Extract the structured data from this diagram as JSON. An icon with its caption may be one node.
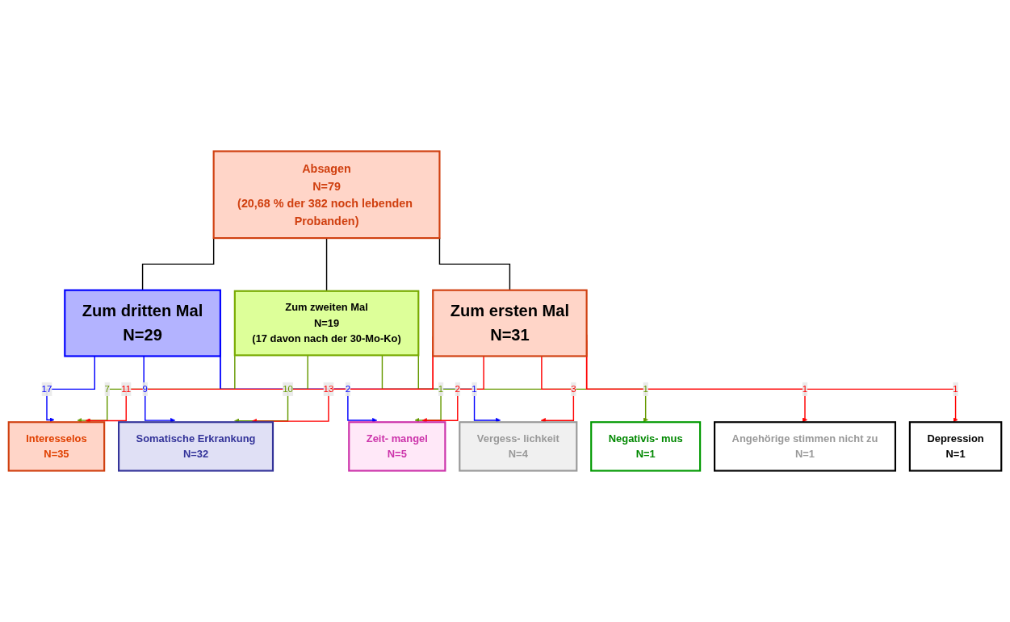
{
  "diagram": {
    "nodes": [
      {
        "text": [
          "Absagen",
          "N=79",
          "(20,68 % der 382 noch lebenden Probanden)"
        ]
      },
      {
        "text": [
          "Zum dritten Mal",
          "N=29"
        ]
      },
      {
        "text": [
          "Zum zweiten Mal",
          "N=19",
          "(17 davon nach der 30-Mo-Ko)"
        ]
      },
      {
        "text": [
          "Zum ersten Mal",
          "N=31"
        ]
      },
      {
        "text": [
          "Interesselos",
          "N=35"
        ]
      },
      {
        "text": [
          "Somatische Erkrankung",
          "N=32"
        ]
      },
      {
        "text": [
          "Zeit- mangel",
          "N=5"
        ]
      },
      {
        "text": [
          "Vergess- lichkeit",
          "N=4"
        ]
      },
      {
        "text": [
          "Negativis- mus",
          "N=1"
        ]
      },
      {
        "text": [
          "Angehörige stimmen nicht zu",
          "N=1"
        ]
      },
      {
        "text": [
          "Depression",
          "N=1"
        ]
      }
    ],
    "edges": [
      {
        "from": 0,
        "to": 1,
        "arrow": "none",
        "color": "#000000"
      },
      {
        "from": 0,
        "to": 2,
        "arrow": "none",
        "color": "#000000"
      },
      {
        "from": 0,
        "to": 3,
        "arrow": "none",
        "color": "#000000"
      },
      {
        "from": 1,
        "to": 4,
        "arrow": "to",
        "label": "17",
        "color": "#0000ff"
      },
      {
        "from": 1,
        "to": 5,
        "arrow": "to",
        "label": "9",
        "color": "#0000ff"
      },
      {
        "from": 1,
        "to": 6,
        "arrow": "to",
        "label": "2",
        "color": "#0000ff"
      },
      {
        "from": 1,
        "to": 7,
        "arrow": "to",
        "label": "1",
        "color": "#0000ff"
      },
      {
        "from": 2,
        "to": 4,
        "arrow": "to",
        "label": "7",
        "color": "#669900"
      },
      {
        "from": 2,
        "to": 5,
        "arrow": "to",
        "label": "10",
        "color": "#669900"
      },
      {
        "from": 2,
        "to": 6,
        "arrow": "to",
        "label": "1",
        "color": "#669900"
      },
      {
        "from": 2,
        "to": 8,
        "arrow": "to",
        "label": "1",
        "color": "#669900"
      },
      {
        "from": 3,
        "to": 4,
        "arrow": "to",
        "label": "11",
        "color": "#ff0000"
      },
      {
        "from": 3,
        "to": 5,
        "arrow": "to",
        "label": "13",
        "color": "#ff0000"
      },
      {
        "from": 3,
        "to": 6,
        "arrow": "to",
        "label": "2",
        "color": "#ff0000"
      },
      {
        "from": 3,
        "to": 7,
        "arrow": "to",
        "label": "3",
        "color": "#ff0000"
      },
      {
        "from": 3,
        "to": 9,
        "arrow": "to",
        "label": "1",
        "color": "#ff0000"
      },
      {
        "from": 3,
        "to": 10,
        "arrow": "to",
        "label": "1",
        "color": "#ff0000"
      }
    ]
  }
}
